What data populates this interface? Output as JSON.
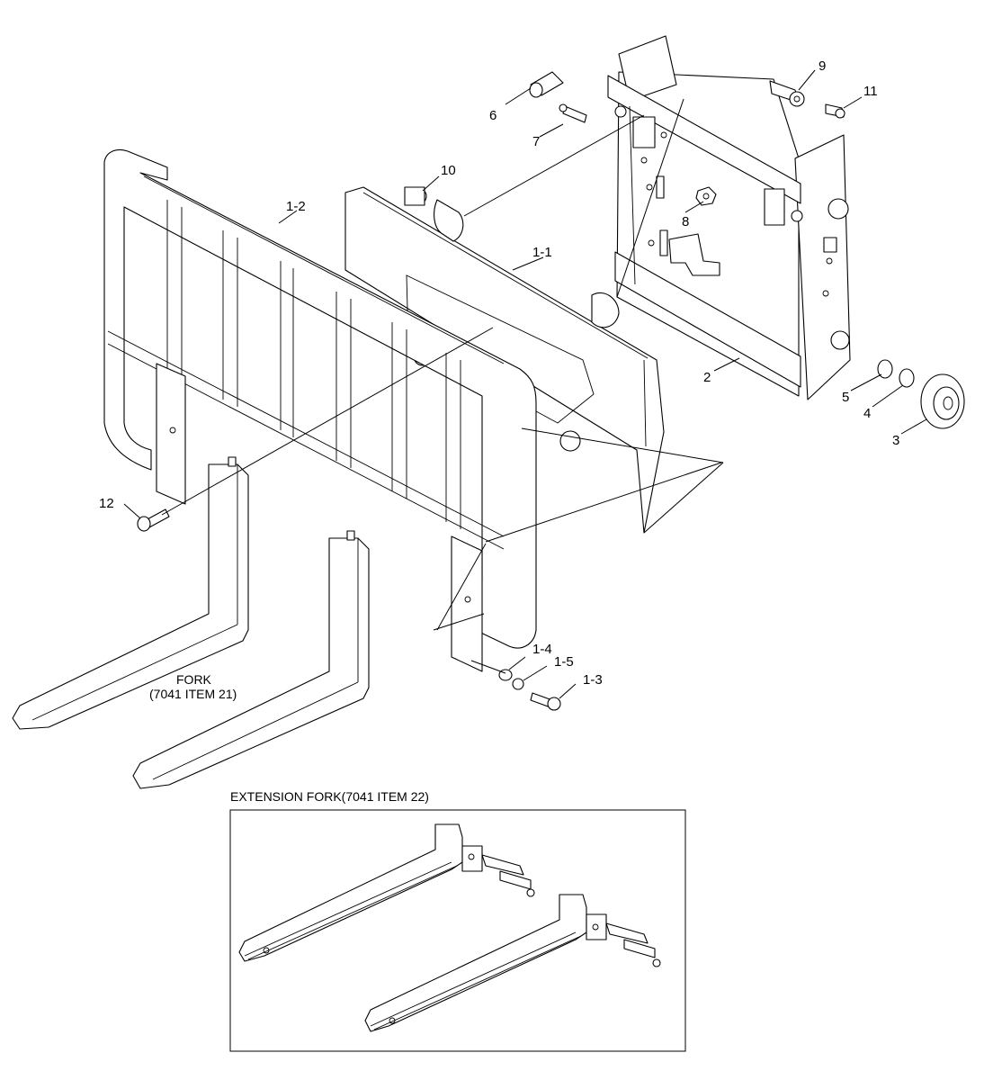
{
  "callouts": [
    {
      "id": "9",
      "text": "9"
    },
    {
      "id": "11",
      "text": "11"
    },
    {
      "id": "6",
      "text": "6"
    },
    {
      "id": "7",
      "text": "7"
    },
    {
      "id": "10",
      "text": "10"
    },
    {
      "id": "1-2",
      "text": "1-2"
    },
    {
      "id": "8",
      "text": "8"
    },
    {
      "id": "1-1",
      "text": "1-1"
    },
    {
      "id": "2",
      "text": "2"
    },
    {
      "id": "5",
      "text": "5"
    },
    {
      "id": "4",
      "text": "4"
    },
    {
      "id": "3",
      "text": "3"
    },
    {
      "id": "12",
      "text": "12"
    },
    {
      "id": "1-4",
      "text": "1-4"
    },
    {
      "id": "1-5",
      "text": "1-5"
    },
    {
      "id": "1-3",
      "text": "1-3"
    }
  ],
  "fork_label": {
    "line1": "FORK",
    "line2": "(7041 ITEM 21)"
  },
  "extension_inset": {
    "title": "EXTENSION FORK(7041 ITEM 22)"
  }
}
